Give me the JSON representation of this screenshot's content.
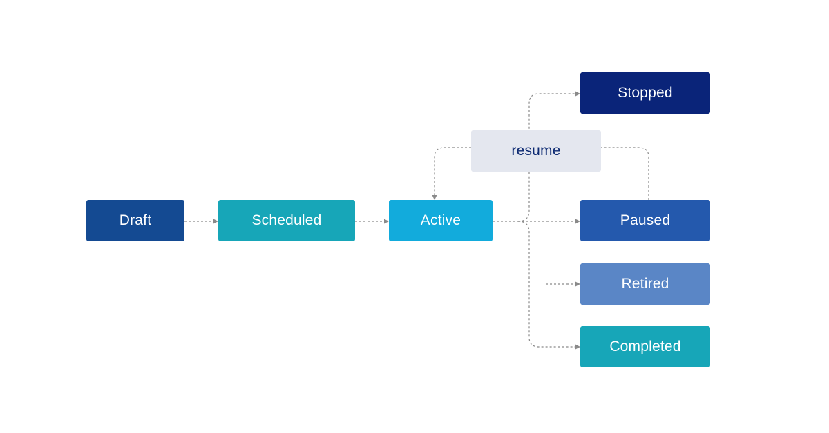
{
  "nodes": {
    "draft": {
      "label": "Draft",
      "color": "#144a92",
      "text_color": "#ffffff"
    },
    "scheduled": {
      "label": "Scheduled",
      "color": "#17a6b8",
      "text_color": "#ffffff"
    },
    "active": {
      "label": "Active",
      "color": "#12abdc",
      "text_color": "#ffffff"
    },
    "resume": {
      "label": "resume",
      "color": "#e4e7ef",
      "text_color": "#0d2a72"
    },
    "stopped": {
      "label": "Stopped",
      "color": "#0a2479",
      "text_color": "#ffffff"
    },
    "paused": {
      "label": "Paused",
      "color": "#2459ad",
      "text_color": "#ffffff"
    },
    "retired": {
      "label": "Retired",
      "color": "#5a86c6",
      "text_color": "#ffffff"
    },
    "completed": {
      "label": "Completed",
      "color": "#17a6b8",
      "text_color": "#ffffff"
    }
  },
  "edges": [
    {
      "from": "draft",
      "to": "scheduled"
    },
    {
      "from": "scheduled",
      "to": "active"
    },
    {
      "from": "active",
      "to": "stopped"
    },
    {
      "from": "active",
      "to": "paused"
    },
    {
      "from": "active",
      "to": "retired"
    },
    {
      "from": "active",
      "to": "completed"
    },
    {
      "from": "paused",
      "to": "active",
      "via": "resume"
    }
  ],
  "colors": {
    "connector": "#8a8a8a",
    "background": "#ffffff"
  }
}
